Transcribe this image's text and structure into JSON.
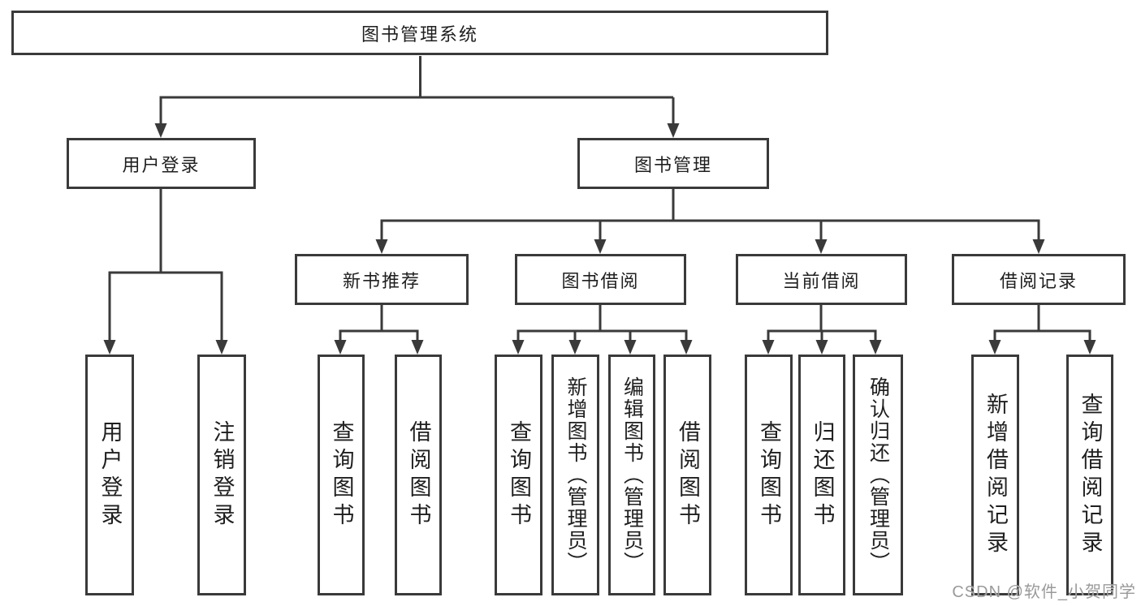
{
  "tree": {
    "label": "图书管理系统",
    "children": [
      {
        "label": "用户登录",
        "children": [
          {
            "label": "用户登录"
          },
          {
            "label": "注销登录"
          }
        ]
      },
      {
        "label": "图书管理",
        "children": [
          {
            "label": "新书推荐",
            "children": [
              {
                "label": "查询图书"
              },
              {
                "label": "借阅图书"
              }
            ]
          },
          {
            "label": "图书借阅",
            "children": [
              {
                "label": "查询图书"
              },
              {
                "label": "新增图书（管理员）"
              },
              {
                "label": "编辑图书（管理员）"
              },
              {
                "label": "借阅图书"
              }
            ]
          },
          {
            "label": "当前借阅",
            "children": [
              {
                "label": "查询图书"
              },
              {
                "label": "归还图书"
              },
              {
                "label": "确认归还（管理员）"
              }
            ]
          },
          {
            "label": "借阅记录",
            "children": [
              {
                "label": "新增借阅记录"
              },
              {
                "label": "查询借阅记录"
              }
            ]
          }
        ]
      }
    ]
  },
  "watermark": {
    "text": "CSDN @软件_小贺同学"
  },
  "colors": {
    "line": "#3a3a3a",
    "text": "#1f1f1f",
    "watermark": "#9a9a9a",
    "background": "#ffffff"
  }
}
